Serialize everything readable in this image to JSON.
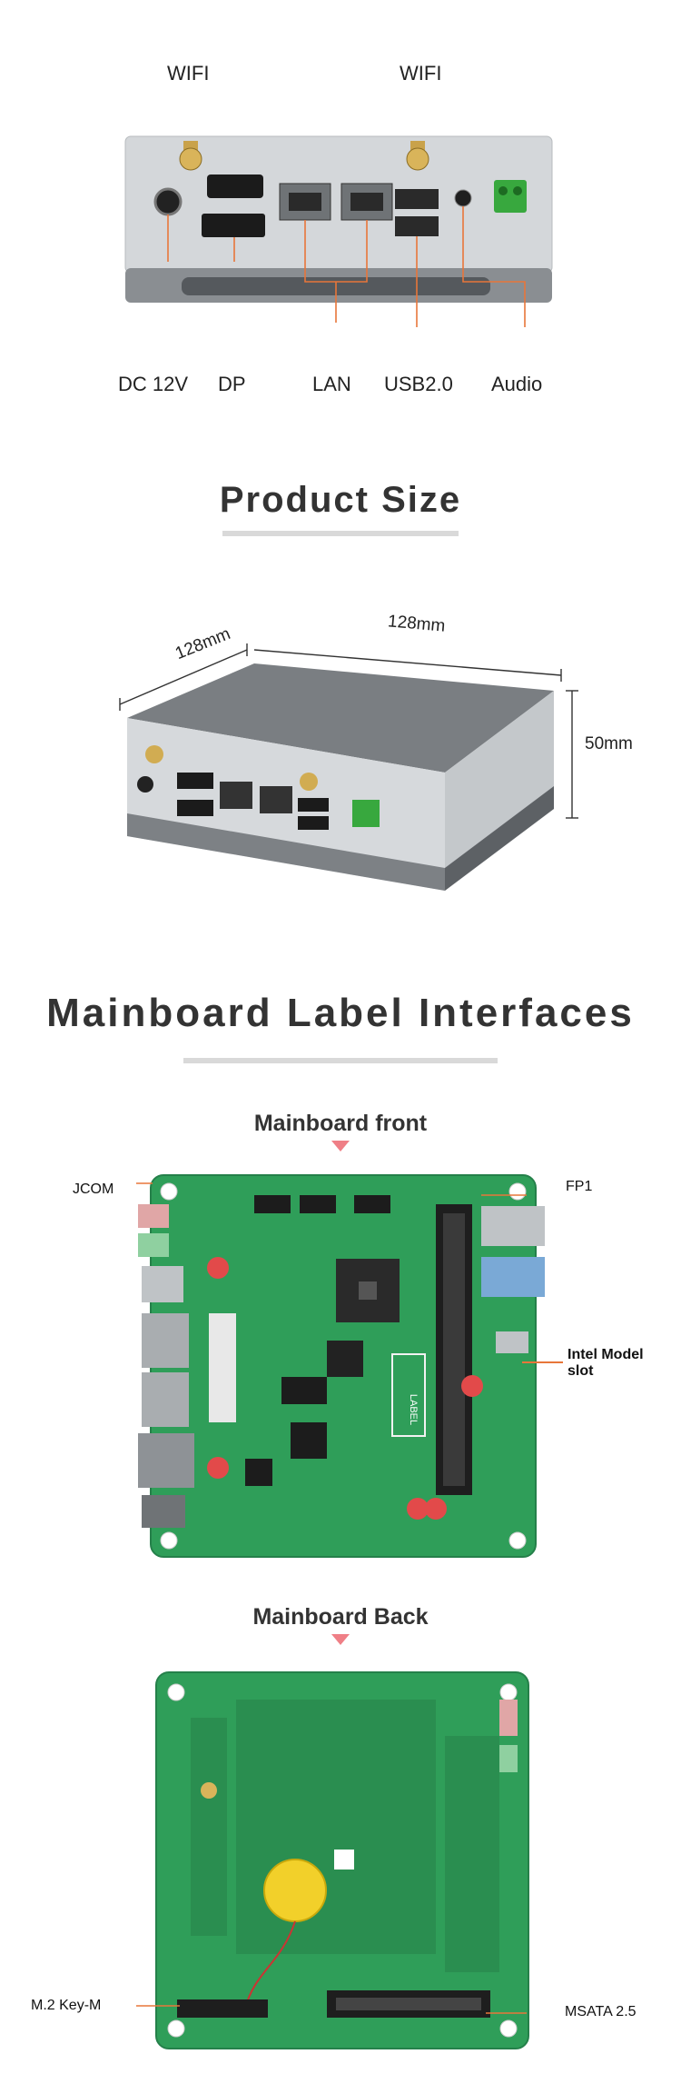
{
  "io_panel": {
    "wifi_left": "WIFI",
    "wifi_right": "WIFI",
    "dc": "DC 12V",
    "dp": "DP",
    "lan": "LAN",
    "usb": "USB2.0",
    "audio": "Audio"
  },
  "product_size": {
    "title": "Product Size",
    "depth": "128mm",
    "width": "128mm",
    "height": "50mm"
  },
  "mainboard": {
    "title": "Mainboard Label Interfaces",
    "front_title": "Mainboard front",
    "back_title": "Mainboard Back",
    "jcom": "JCOM",
    "fp1": "FP1",
    "intel_line1": "Intel Model",
    "intel_line2": "slot",
    "m2": "M.2 Key-M",
    "msata": "MSATA 2.5",
    "label_text": "LABEL"
  },
  "colors": {
    "accent": "#e8763a",
    "pcb": "#2f9e59",
    "chassis": "#cfd3d6",
    "title_gray": "#333333",
    "pointer": "#ef7f86"
  }
}
